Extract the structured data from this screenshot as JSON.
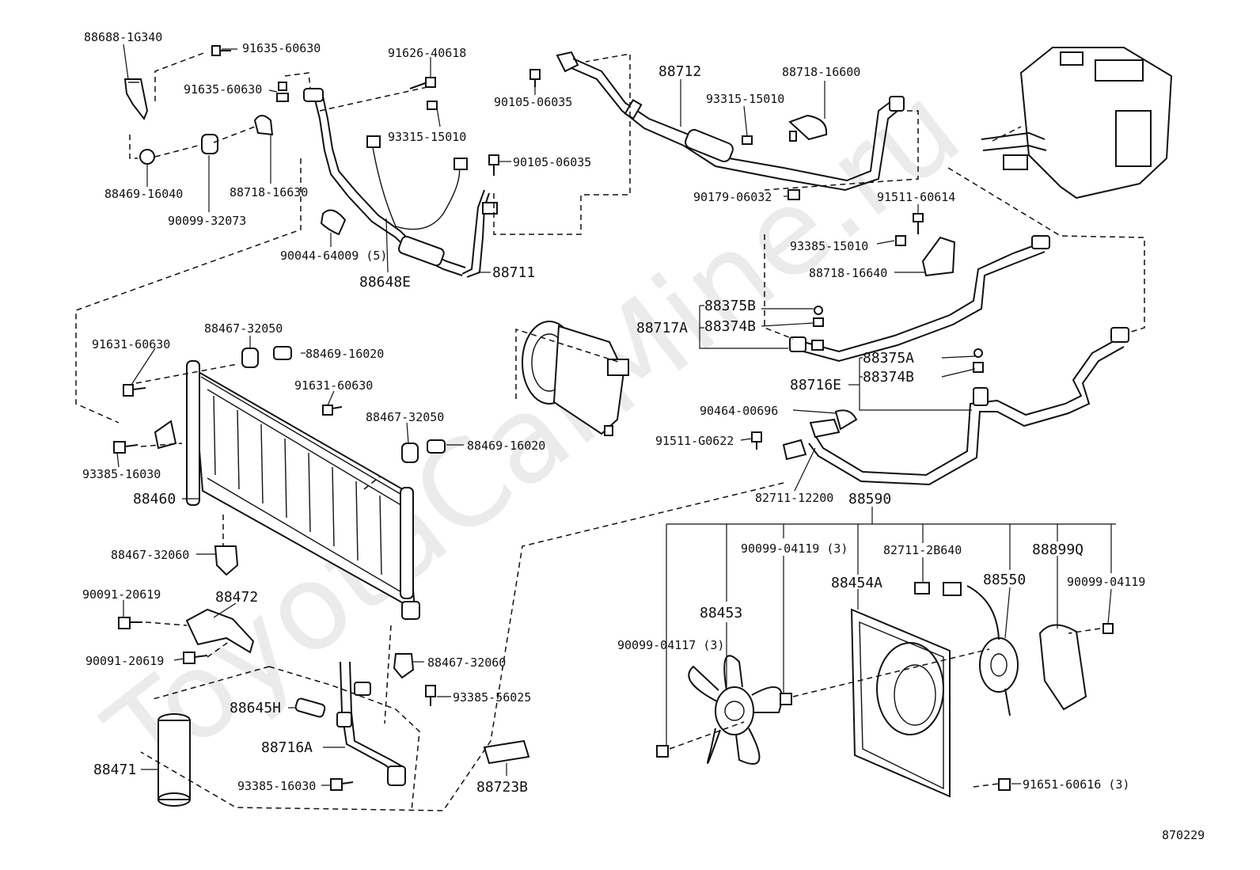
{
  "watermark": "ToyotaCarMine.ru",
  "diagram_id": "870229",
  "labels": {
    "l_88688_1G340": "88688-1G340",
    "l_91635_60630_a": "91635-60630",
    "l_91635_60630_b": "91635-60630",
    "l_91626_40618": "91626-40618",
    "l_93315_15010_a": "93315-15010",
    "l_90105_06035_a": "90105-06035",
    "l_90105_06035_b": "90105-06035",
    "l_88469_16040": "88469-16040",
    "l_90099_32073": "90099-32073",
    "l_88718_16630": "88718-16630",
    "l_90044_64009": "90044-64009 (5)",
    "l_88648E": "88648E",
    "l_88711": "88711",
    "l_88712": "88712",
    "l_88718_16600": "88718-16600",
    "l_93315_15010_b": "93315-15010",
    "l_90179_06032": "90179-06032",
    "l_91511_60614": "91511-60614",
    "l_93385_15010": "93385-15010",
    "l_88718_16640": "88718-16640",
    "l_88375B": "88375B",
    "l_88717A": "88717A",
    "l_88374B_a": "88374B",
    "l_88375A": "88375A",
    "l_88716E": "88716E",
    "l_88374B_b": "88374B",
    "l_90464_00696": "90464-00696",
    "l_91511_G0622": "91511-G0622",
    "l_82711_12200": "82711-12200",
    "l_88590": "88590",
    "l_91631_60630_a": "91631-60630",
    "l_88467_32050_a": "88467-32050",
    "l_88469_16020_a": "88469-16020",
    "l_91631_60630_b": "91631-60630",
    "l_88467_32050_b": "88467-32050",
    "l_88469_16020_b": "88469-16020",
    "l_93385_16030_a": "93385-16030",
    "l_88460": "88460",
    "l_88467_32060_a": "88467-32060",
    "l_90091_20619_a": "90091-20619",
    "l_88472": "88472",
    "l_90091_20619_b": "90091-20619",
    "l_88467_32060_b": "88467-32060",
    "l_93385_56025": "93385-56025",
    "l_88645H": "88645H",
    "l_88716A": "88716A",
    "l_88471": "88471",
    "l_93385_16030_b": "93385-16030",
    "l_88723B": "88723B",
    "l_90099_04119_3": "90099-04119 (3)",
    "l_82711_2B640": "82711-2B640",
    "l_88899Q": "88899Q",
    "l_90099_04119": "90099-04119",
    "l_88454A": "88454A",
    "l_88550": "88550",
    "l_88453": "88453",
    "l_90099_04117": "90099-04117 (3)",
    "l_91651_60616": "91651-60616 (3)"
  }
}
